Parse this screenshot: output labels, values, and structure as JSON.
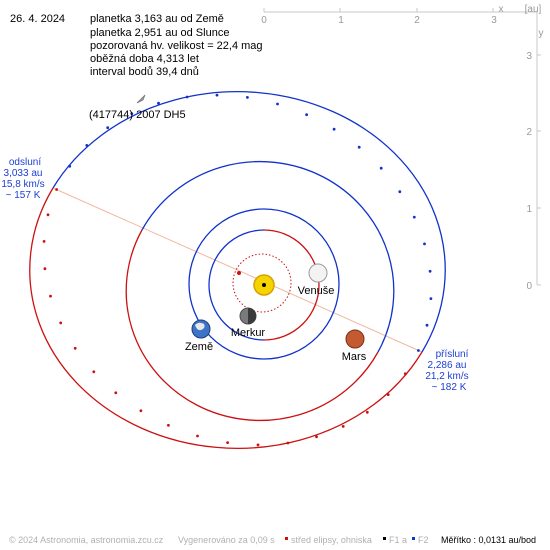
{
  "header": {
    "date": "26. 4. 2024",
    "lines": [
      "planetka 3,163 au od Země",
      "planetka 2,951 au od Slunce",
      "pozorovaná hv. velikost = 22,4 mag",
      "oběžná doba 4,313 let",
      "interval bodů 39,4 dnů"
    ]
  },
  "object_name": "(417744) 2007 DH5",
  "axes": {
    "x_ticks": [
      "0",
      "1",
      "2",
      "3"
    ],
    "x_label": "x",
    "unit": "[au]",
    "y_label": "y",
    "y_ticks": [
      "3",
      "2",
      "1",
      "0"
    ]
  },
  "aphelion": {
    "title": "odsluní",
    "distance": "3,033 au",
    "speed": "15,8 km/s",
    "temp": "~ 157 K"
  },
  "perihelion": {
    "title": "přísluní",
    "distance": "2,286 au",
    "speed": "21,2 km/s",
    "temp": "~ 182 K"
  },
  "planets": {
    "venus": "Venuše",
    "mercury": "Merkur",
    "earth": "Země",
    "mars": "Mars"
  },
  "footer": {
    "copyright": "© 2024 Astronomia, astronomia.zcu.cz",
    "generated": "Vygenerováno za 0,09 s",
    "legend_center": "střed elipsy, ohniska",
    "f1": "F1",
    "a": "a",
    "f2": "F2",
    "scale": "Měřítko : 0,0131 au/bod"
  },
  "colors": {
    "orbit_red": "#cc1111",
    "orbit_blue": "#1133cc",
    "apsis_line": "#f2b8a0",
    "axis_gray": "#c8c8c8",
    "label_blue": "#1a3fd4"
  }
}
